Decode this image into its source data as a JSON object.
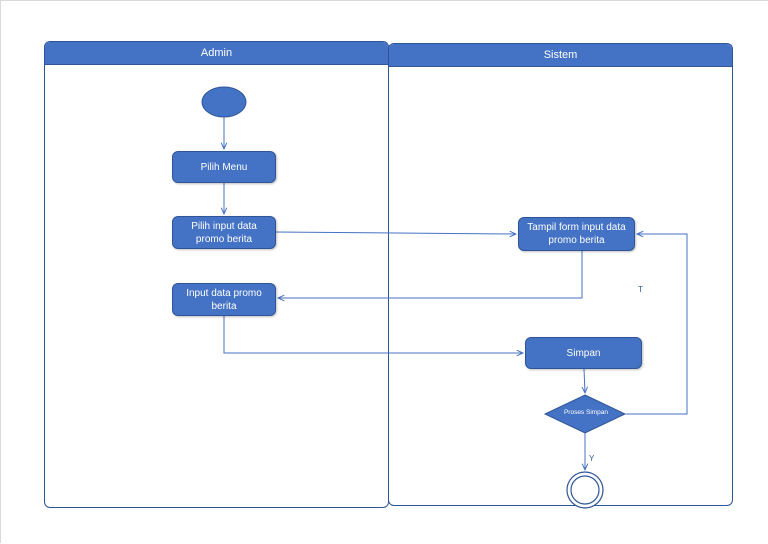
{
  "lanes": {
    "admin": "Admin",
    "sistem": "Sistem"
  },
  "activities": {
    "pilih_menu": "Pilih Menu",
    "pilih_input": "Pilih input data promo berita",
    "input_data": "Input data promo berita",
    "tampil_form": "Tampil form input data promo berita",
    "simpan": "Simpan"
  },
  "decision": {
    "label": "Proses Simpan"
  },
  "stray_marks": {
    "t": "T",
    "y": "Y"
  },
  "colors": {
    "node_fill": "#4472c4",
    "node_border": "#2f5597",
    "connector": "#4472c4"
  }
}
